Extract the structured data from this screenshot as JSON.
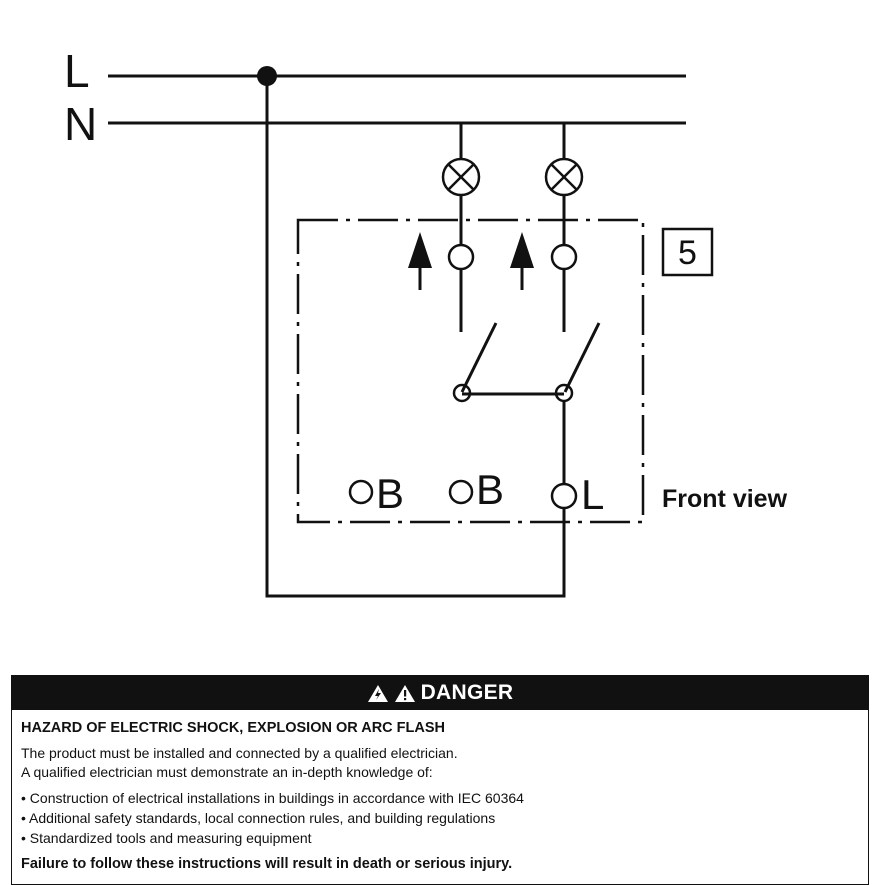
{
  "diagram": {
    "line_label": "L",
    "neutral_label": "N",
    "figure_number": "5",
    "terminals": [
      "B",
      "B",
      "L"
    ],
    "view_label": "Front view"
  },
  "danger": {
    "title": "DANGER",
    "hazard": "HAZARD OF ELECTRIC SHOCK, EXPLOSION OR ARC FLASH",
    "intro_lines": [
      "The product must be installed and connected by a qualified electrician.",
      "A qualified electrician must demonstrate an in-depth knowledge of:"
    ],
    "bullets": [
      "Construction of electrical installations in buildings in accordance with IEC 60364",
      "Additional safety standards, local connection rules, and building regulations",
      "Standardized tools and measuring equipment"
    ],
    "footer": "Failure to follow these instructions will result in death or serious injury."
  }
}
